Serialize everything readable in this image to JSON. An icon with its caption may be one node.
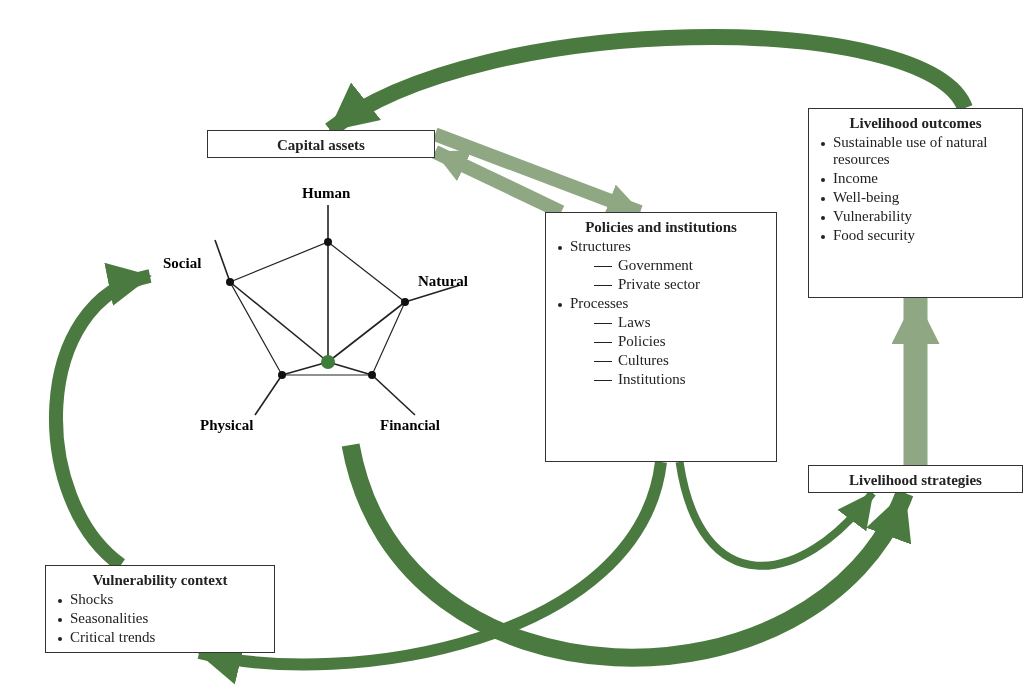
{
  "diagram": {
    "nodes": [
      {
        "text": [
          "Capital assets"
        ]
      },
      {
        "text": [
          "Human",
          "Natural",
          "Financial",
          "Physical",
          "Social"
        ]
      },
      {
        "text": [
          "Policies and institutions",
          "Structures",
          "Government",
          "Private sector",
          "Processes",
          "Laws",
          "Policies",
          "Cultures",
          "Institutions"
        ]
      },
      {
        "text": [
          "Livelihood outcomes",
          "Sustainable use of natural resources",
          "Income",
          "Well-being",
          "Vulnerability",
          "Food security"
        ]
      },
      {
        "text": [
          "Livelihood strategies"
        ]
      },
      {
        "text": [
          "Vulnerability context",
          "Shocks",
          "Seasonalities",
          "Critical trends"
        ]
      }
    ],
    "edges": [
      {
        "from": 3,
        "to": 0,
        "arrow": "to"
      },
      {
        "from": 0,
        "to": 2,
        "arrow": "to",
        "color": "#8fa883"
      },
      {
        "from": 2,
        "to": 0,
        "arrow": "to",
        "color": "#8fa883"
      },
      {
        "from": 5,
        "to": 1,
        "arrow": "to"
      },
      {
        "from": 4,
        "to": 3,
        "arrow": "to",
        "color": "#8fa883"
      },
      {
        "from": 1,
        "to": 4,
        "arrow": "to"
      },
      {
        "from": 2,
        "to": 4,
        "arrow": "to"
      },
      {
        "from": 2,
        "to": 5,
        "arrow": "to"
      }
    ]
  }
}
